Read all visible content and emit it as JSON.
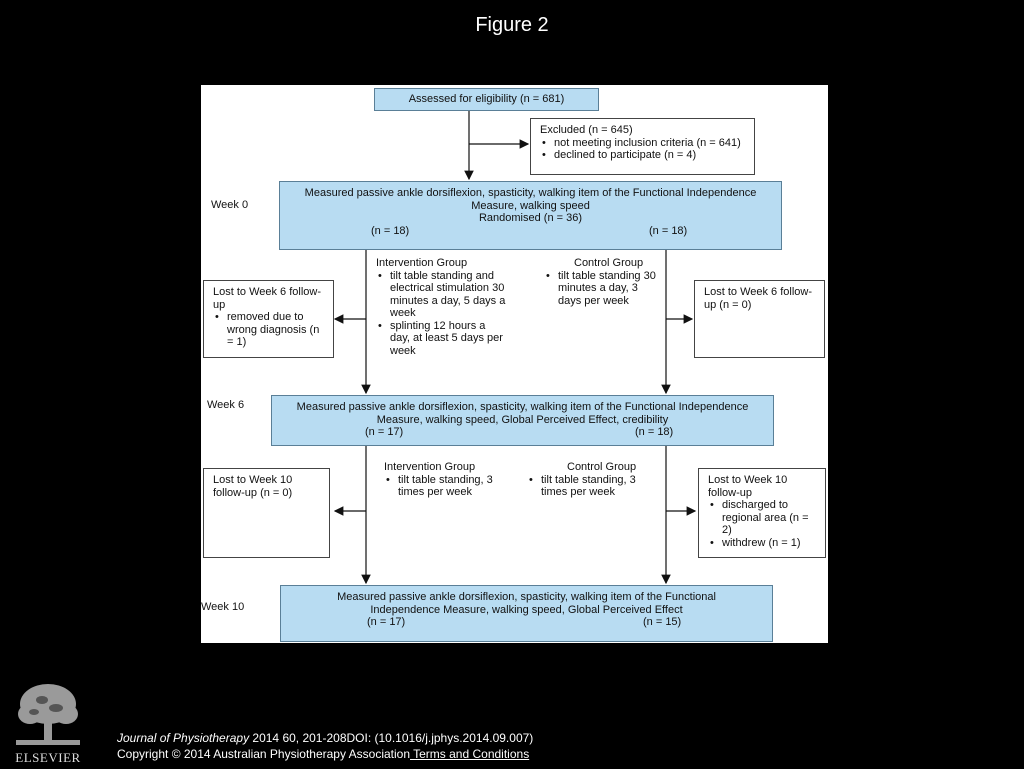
{
  "slide": {
    "title": "Figure 2"
  },
  "flow": {
    "eligibility": "Assessed for eligibility (n = 681)",
    "excluded": {
      "title": "Excluded (n = 645)",
      "items": [
        "not meeting inclusion criteria (n = 641)",
        "declined to participate (n = 4)"
      ]
    },
    "weeks": [
      "Week 0",
      "Week 6",
      "Week 10"
    ],
    "week0": {
      "line1": "Measured passive ankle dorsiflexion, spasticity, walking item of the Functional Independence",
      "line2": "Measure, walking speed",
      "line3": "Randomised (n = 36)",
      "n_left": "(n = 18)",
      "n_right": "(n = 18)"
    },
    "phase1": {
      "intervention_title": "Intervention Group",
      "intervention_items": [
        "tilt table standing and electrical stimulation 30 minutes a day, 5 days a week",
        "splinting 12 hours a day, at least 5 days per week"
      ],
      "control_title": "Control Group",
      "control_items": [
        "tilt table standing 30 minutes a day, 3 days per week"
      ],
      "lost_left": {
        "title": "Lost to Week 6 follow-up",
        "items": [
          "removed due to wrong diagnosis (n = 1)"
        ]
      },
      "lost_right": {
        "title": "Lost to Week 6 follow-up (n = 0)",
        "items": []
      }
    },
    "week6": {
      "line1": "Measured passive ankle dorsiflexion, spasticity, walking item of the Functional Independence",
      "line2": "Measure, walking speed, Global Perceived Effect, credibility",
      "n_left": "(n = 17)",
      "n_right": "(n = 18)"
    },
    "phase2": {
      "intervention_title": "Intervention Group",
      "intervention_items": [
        "tilt table standing, 3 times per week"
      ],
      "control_title": "Control Group",
      "control_items": [
        "tilt table standing, 3 times per week"
      ],
      "lost_left": {
        "title": "Lost to Week 10 follow-up (n = 0)",
        "items": []
      },
      "lost_right": {
        "title": "Lost to Week 10 follow-up",
        "items": [
          "discharged to regional area (n = 2)",
          "withdrew (n = 1)"
        ]
      }
    },
    "week10": {
      "line1": "Measured passive ankle dorsiflexion, spasticity, walking item of the Functional",
      "line2": "Independence Measure, walking speed, Global Perceived Effect",
      "n_left": "(n = 17)",
      "n_right": "(n = 15)"
    }
  },
  "footer": {
    "journal": "Journal of Physiotherapy",
    "citation": " 2014 60, 201-208DOI: (10.1016/j.jphys.2014.09.007)",
    "copyright": "Copyright © 2014 Australian Physiotherapy Association",
    "link": " Terms and Conditions"
  },
  "logo": {
    "text": "ELSEVIER"
  }
}
